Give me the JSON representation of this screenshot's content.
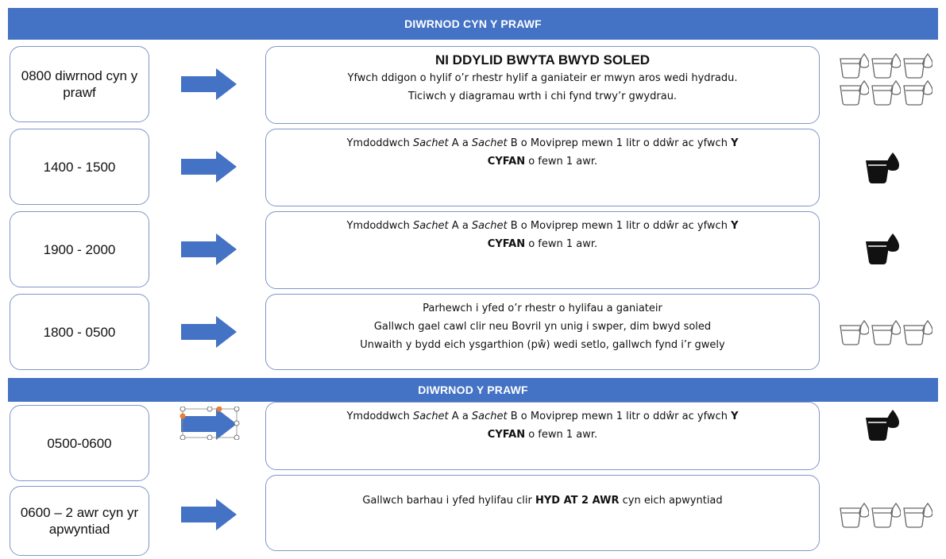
{
  "banners": {
    "before": "DIWRNOD CYN Y PRAWF",
    "test_day": "DIWRNOD Y PRAWF"
  },
  "rows": [
    {
      "time": "0800 diwrnod cyn y prawf",
      "heading": "NI DDYLID BWYTA BWYD SOLED",
      "lines": [
        "Yfwch ddigon o hylif o’r rhestr hylif a ganiateir er mwyn aros wedi hydradu.",
        "Ticiwch y diagramau wrth i chi fynd trwy’r gwydrau."
      ],
      "icon": "empty-glass-icon",
      "icon_count": 6
    },
    {
      "time": "1400 - 1500",
      "sentence": {
        "p1": "Ymdoddwch ",
        "s1": "Sachet",
        "p2": " A a ",
        "s2": "Sachet",
        "p3": " B o Moviprep mewn 1 litr o ddŵr ac yfwch ",
        "b1": "Y",
        "b2": "CYFAN",
        "p4": " o fewn 1 awr."
      },
      "icon": "full-glass-icon",
      "icon_count": 1
    },
    {
      "time": "1900 - 2000",
      "sentence": {
        "p1": "Ymdoddwch ",
        "s1": "Sachet",
        "p2": " A a ",
        "s2": "Sachet",
        "p3": " B o Moviprep mewn 1 litr o ddŵr ac yfwch ",
        "b1": "Y",
        "b2": "CYFAN",
        "p4": " o fewn 1 awr."
      },
      "icon": "full-glass-icon",
      "icon_count": 1
    },
    {
      "time": "1800 - 0500",
      "lines": [
        "Parhewch i yfed o’r rhestr o hylifau a ganiateir",
        "Gallwch gael cawl clir neu Bovril yn unig i swper, dim bwyd soled",
        "Unwaith y bydd eich ysgarthion (pŵ) wedi setlo, gallwch fynd i’r gwely"
      ],
      "icon": "empty-glass-icon",
      "icon_count": 3
    },
    {
      "time": "0500-0600",
      "sentence": {
        "p1": "Ymdoddwch ",
        "s1": "Sachet",
        "p2": " A a ",
        "s2": "Sachet",
        "p3": " B o Moviprep mewn 1 litr o ddŵr ac yfwch ",
        "b1": "Y",
        "b2": "CYFAN",
        "p4": " o fewn 1 awr."
      },
      "icon": "full-glass-icon",
      "icon_count": 1
    },
    {
      "time": "0600 – 2 awr cyn yr apwyntiad",
      "last": {
        "p1": "Gallwch barhau i yfed hylifau clir ",
        "b1": "HYD AT 2 AWR",
        "p2": " cyn eich apwyntiad"
      },
      "icon": "empty-glass-icon",
      "icon_count": 3
    }
  ],
  "colors": {
    "banner": "#4472c4",
    "arrow": "#4472c4",
    "box_border": "#7f96c9",
    "selection_handle": "#ed7d31"
  }
}
